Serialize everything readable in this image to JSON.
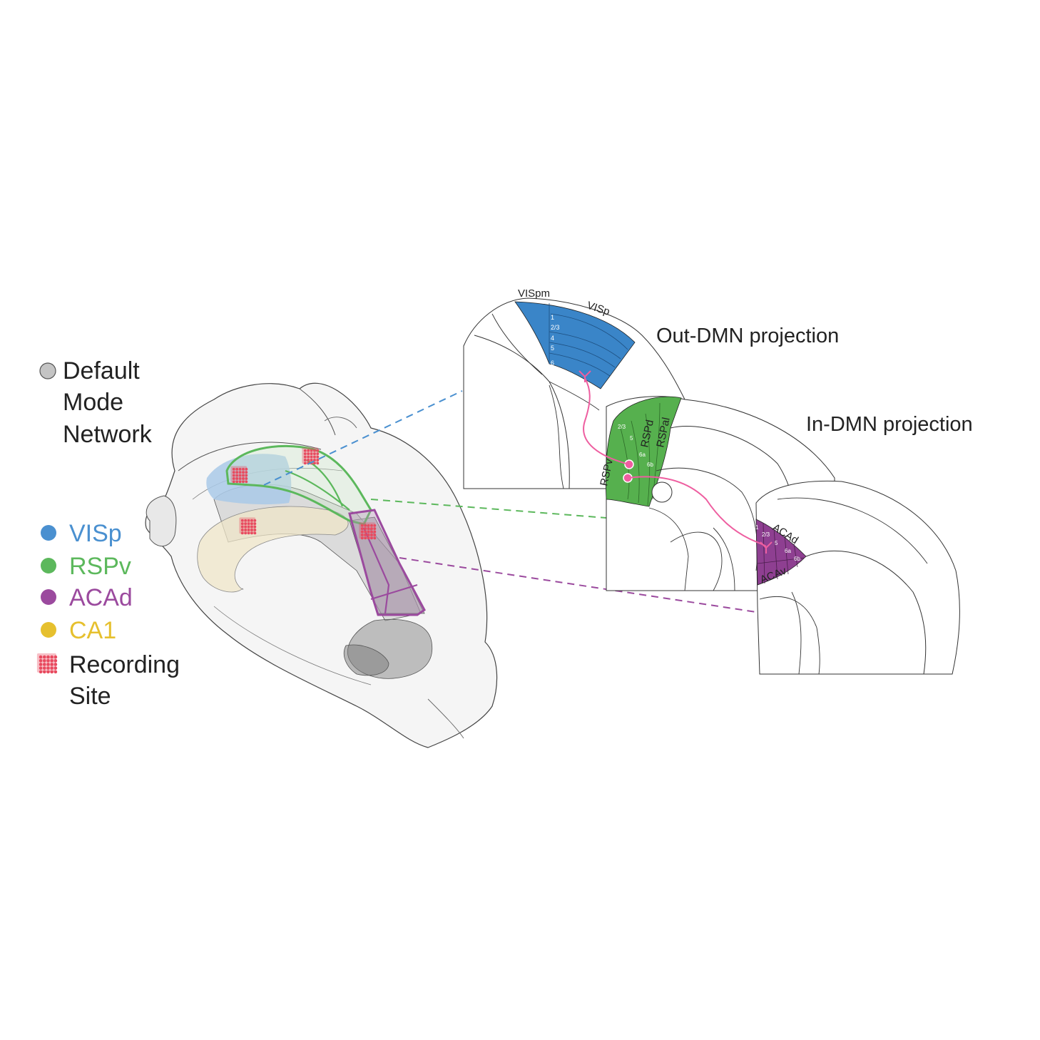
{
  "legend": {
    "dmn_line1": "Default",
    "dmn_line2": "Mode",
    "dmn_line3": "Network",
    "items": [
      {
        "label": "VISp",
        "color": "#4a90d0"
      },
      {
        "label": "RSPv",
        "color": "#5cb85c"
      },
      {
        "label": "ACAd",
        "color": "#9b4a9e"
      },
      {
        "label": "CA1",
        "color": "#e6c02e"
      }
    ],
    "recording_line1": "Recording",
    "recording_line2": "Site",
    "recording_color": "#e84a5f"
  },
  "panels": {
    "out_title": "Out-DMN projection",
    "in_title": "In-DMN projection",
    "visp_panel": {
      "region_left": "VISpm",
      "region_right": "VISp",
      "layers": [
        "1",
        "2/3",
        "4",
        "5",
        "6"
      ]
    },
    "rsp_panel": {
      "regions": [
        "RSPv",
        "RSPd",
        "RSPal"
      ],
      "layers": [
        "2/3",
        "5",
        "6a",
        "6b"
      ]
    },
    "aca_panel": {
      "regions": [
        "ACAd",
        "ACAv"
      ],
      "layers": [
        "1",
        "2/3",
        "5",
        "6a",
        "6b"
      ]
    }
  },
  "colors": {
    "visp": "#3a85c8",
    "rsp": "#56b04e",
    "aca": "#8e3f91",
    "projection": "#ee5ea0",
    "dash_blue": "#4a90d0",
    "dash_green": "#5cb85c",
    "dash_purple": "#9b4a9e"
  }
}
